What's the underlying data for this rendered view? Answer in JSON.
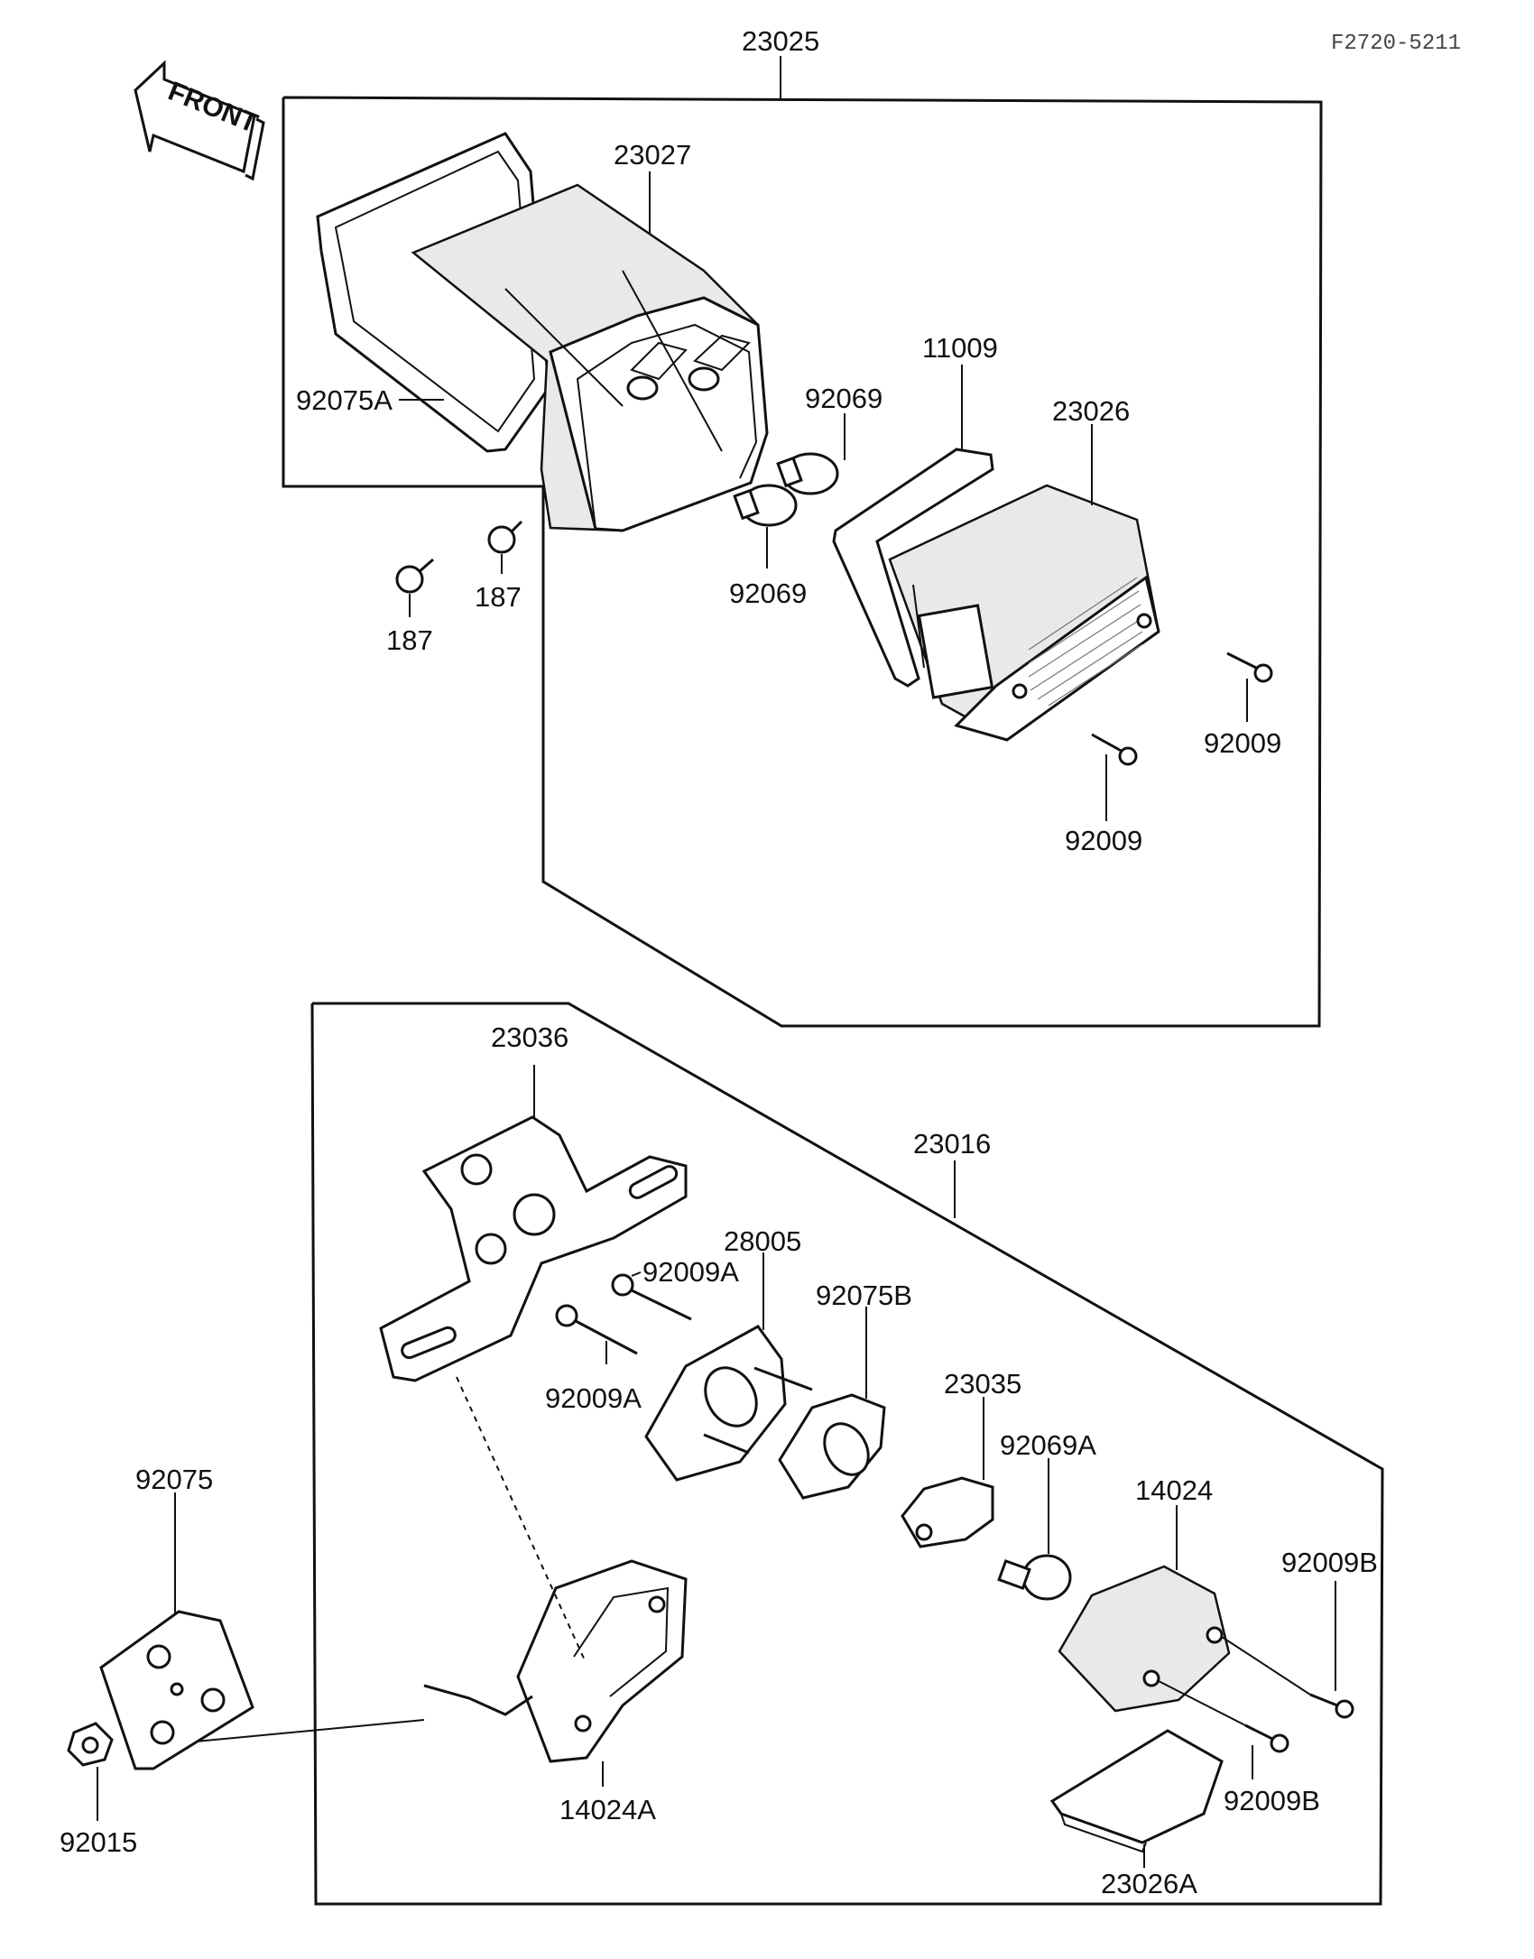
{
  "drawing_code": "F2720-5211",
  "front_arrow": {
    "text": "FRONT",
    "icon": "front-arrow-icon"
  },
  "assemblies": {
    "upper": "23025",
    "lower": "23016"
  },
  "labels": {
    "p23027": "23027",
    "p92075A": "92075A",
    "p92069_upper": "92069",
    "p92069_lower": "92069",
    "p11009": "11009",
    "p23026": "23026",
    "p187_right": "187",
    "p187_left": "187",
    "p92009_right": "92009",
    "p92009_bottom": "92009",
    "p23036": "23036",
    "p28005": "28005",
    "p92009A_upper": "92009A",
    "p92009A_lower": "92009A",
    "p92075B": "92075B",
    "p23035": "23035",
    "p92069A": "92069A",
    "p14024": "14024",
    "p92009B_upper": "92009B",
    "p92009B_lower": "92009B",
    "p92075": "92075",
    "p92015": "92015",
    "p14024A": "14024A",
    "p23026A": "23026A"
  }
}
